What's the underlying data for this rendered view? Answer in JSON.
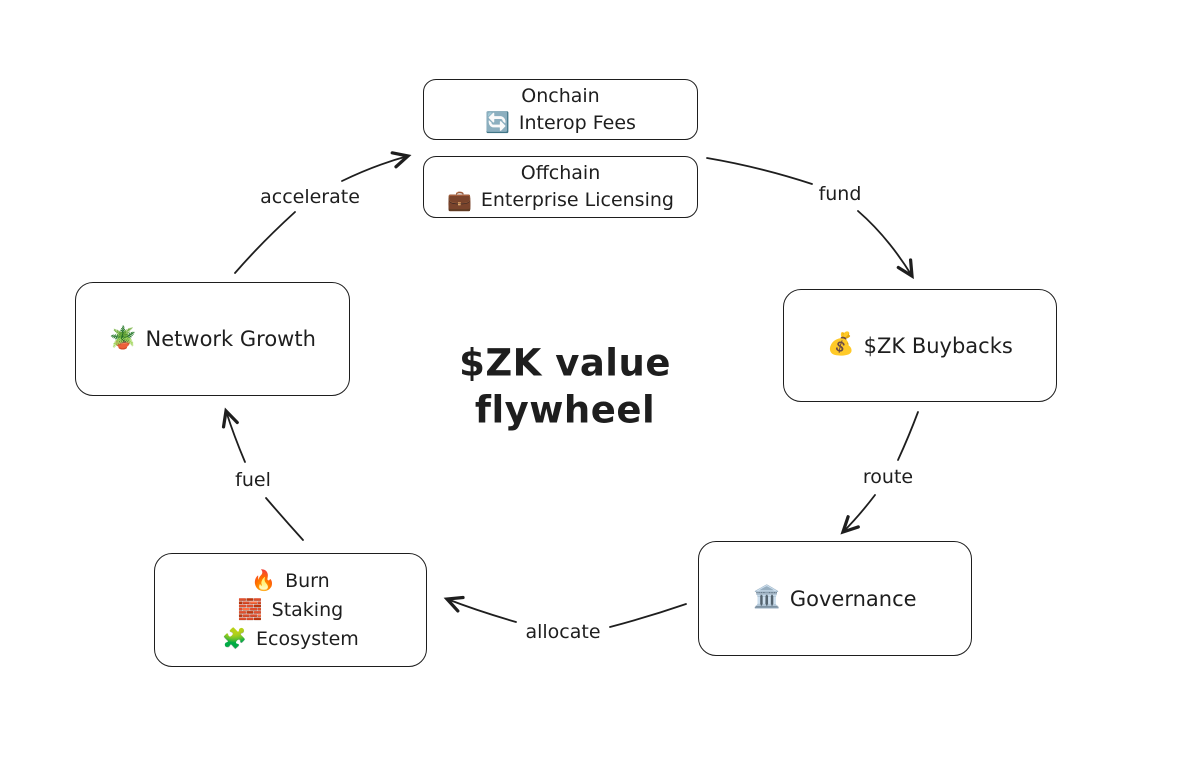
{
  "title": {
    "line1": "$ZK value",
    "line2": "flywheel"
  },
  "colors": {
    "background": "#ffffff",
    "stroke": "#1e1e1e",
    "text": "#1e1e1e"
  },
  "icons": {
    "interop": "🔄",
    "enterprise": "💼",
    "buybacks": "💰",
    "governance": "🏛️",
    "burn": "🔥",
    "staking": "🧱",
    "ecosystem": "🧩",
    "network_growth": "🪴"
  },
  "nodes": {
    "onchain": {
      "line1": "Onchain",
      "line2": "Interop Fees"
    },
    "offchain": {
      "line1": "Offchain",
      "line2": "Enterprise Licensing"
    },
    "buybacks": {
      "label": "$ZK Buybacks"
    },
    "governance": {
      "label": "Governance"
    },
    "burn": {
      "line1": "Burn",
      "line2": "Staking",
      "line3": "Ecosystem"
    },
    "network": {
      "label": "Network Growth"
    }
  },
  "edges": {
    "accelerate": {
      "label": "accelerate",
      "from": "network_growth",
      "to": "revenue_sources"
    },
    "fund": {
      "label": "fund",
      "from": "revenue_sources",
      "to": "zk_buybacks"
    },
    "route": {
      "label": "route",
      "from": "zk_buybacks",
      "to": "governance"
    },
    "allocate": {
      "label": "allocate",
      "from": "governance",
      "to": "burn_staking_ecosystem"
    },
    "fuel": {
      "label": "fuel",
      "from": "burn_staking_ecosystem",
      "to": "network_growth"
    }
  }
}
